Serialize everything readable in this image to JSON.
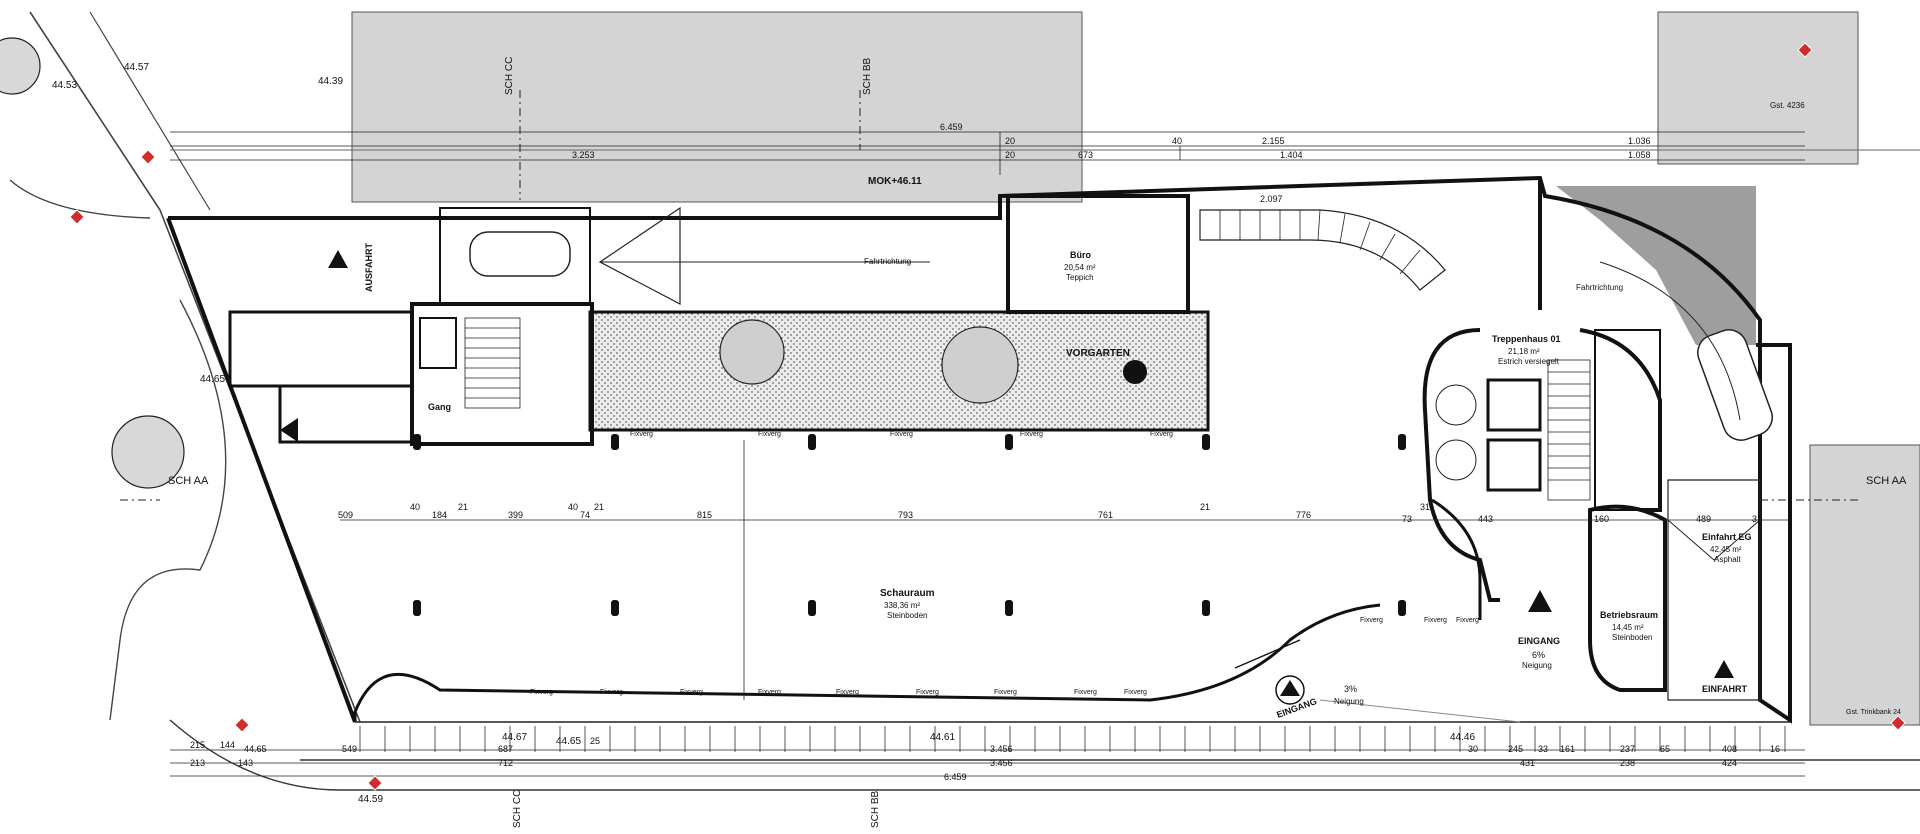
{
  "levels": {
    "l1": "44.53",
    "l2": "44.57",
    "l3": "44.39",
    "l4": "44.65",
    "l5": "44.67",
    "l6": "44.65",
    "l7": "44.61",
    "l8": "44.46",
    "l9": "44.65",
    "l10": "44.59"
  },
  "section_marks": {
    "cc_top": "SCH CC",
    "bb_top": "SCH BB",
    "aa_left": "SCH AA",
    "aa_right": "SCH AA",
    "cc_bottom": "SCH CC",
    "bb_bottom": "SCH BB"
  },
  "top_dims": {
    "d_6459": "6.459",
    "d_3253": "3.253",
    "d_20a": "20",
    "d_20b": "20",
    "d_673": "673",
    "d_40": "40",
    "d_2155": "2.155",
    "d_1404": "1.404",
    "d_1036": "1.036",
    "d_1058": "1.058"
  },
  "mid_dims": {
    "m_509": "509",
    "m_40a": "40",
    "m_184": "184",
    "m_21a": "21",
    "m_399": "399",
    "m_40b": "40",
    "m_74": "74",
    "m_21b": "21",
    "m_815": "815",
    "m_793": "793",
    "m_761": "761",
    "m_21c": "21",
    "m_776": "776",
    "m_73": "73",
    "m_31": "31",
    "m_443": "443",
    "m_160": "160",
    "m_489": "489",
    "m_31b": "31"
  },
  "bottom_dims": {
    "b_215": "215",
    "b_144": "144",
    "b_549": "549",
    "b_687": "687",
    "b_25": "25",
    "b_3456": "3.456",
    "b_30": "30",
    "b_245": "245",
    "b_33": "33",
    "b_161": "161",
    "b_237": "237",
    "b_65": "65",
    "b_408": "408",
    "b_16": "16",
    "b_213": "213",
    "b_143": "143",
    "b_712": "712",
    "b_3456b": "3.456",
    "b_431": "431",
    "b_238": "238",
    "b_424": "424",
    "b_6459": "6.459"
  },
  "rooms": {
    "schauraum": "Schauraum",
    "schauraum_area": "338,36 m²",
    "schauraum_floor": "Steinboden",
    "vorgarten": "VORGARTEN",
    "buero": "Büro",
    "buero_area": "20,54 m²",
    "buero_floor": "Teppich",
    "treppenhaus": "Treppenhaus 01",
    "treppenhaus_area": "21,18 m²",
    "treppenhaus_floor": "Estrich versiegelt",
    "einfahrt": "Einfahrt EG",
    "einfahrt_area": "42,45 m²",
    "einfahrt_floor": "Asphalt",
    "betrieb": "Betriebsraum",
    "betrieb_area": "14,45 m²",
    "betrieb_floor": "Steinboden",
    "gang": "Gang",
    "ausfahrt": "AUSFAHRT",
    "einfahrt_arrow": "EINFAHRT",
    "eingang1": "EINGANG",
    "eingang2": "EINGANG",
    "neigung1": "6%",
    "neigung1_label": "Neigung",
    "neigung2": "3%",
    "neigung2_label": "Neigung",
    "fahrtrichtung1": "Fahrtrichtung",
    "fahrtrichtung2": "Fahrtrichtung",
    "mok": "MOK+46.11",
    "gst": "Gst. 4236",
    "gst_bottom": "Gst. Trinkbank 24",
    "dim_2097": "2.097"
  },
  "window_label": "Fixverg",
  "colors": {
    "wall": "#111111",
    "neighbor": "#d4d4d4",
    "hatch": "#8a8a8a",
    "marker": "#d22b2b"
  }
}
